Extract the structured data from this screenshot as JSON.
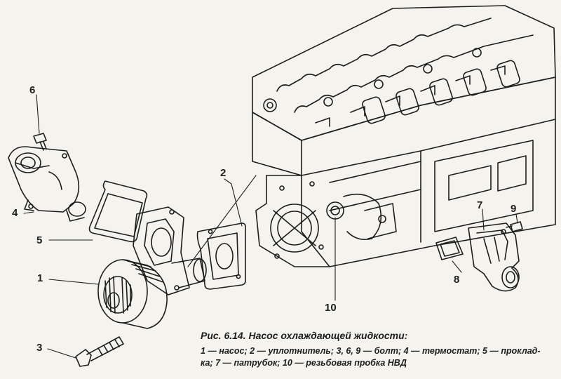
{
  "callouts": {
    "c1": "1",
    "c2": "2",
    "c3": "3",
    "c4": "4",
    "c5": "5",
    "c6": "6",
    "c7": "7",
    "c8": "8",
    "c9": "9",
    "c10": "10"
  },
  "caption": {
    "title": "Рис. 6.14. Насос охлаждающей жидкости:",
    "legend_line1": "1 — насос; 2 — уплотнитель; 3, 6, 9 — болт; 4 — термостат; 5 — проклад-",
    "legend_line2": "ка; 7 — патрубок; 10 — резьбовая пробка НВД"
  },
  "colors": {
    "paper": "#f4f3ee",
    "ink": "#1d1d1d"
  }
}
